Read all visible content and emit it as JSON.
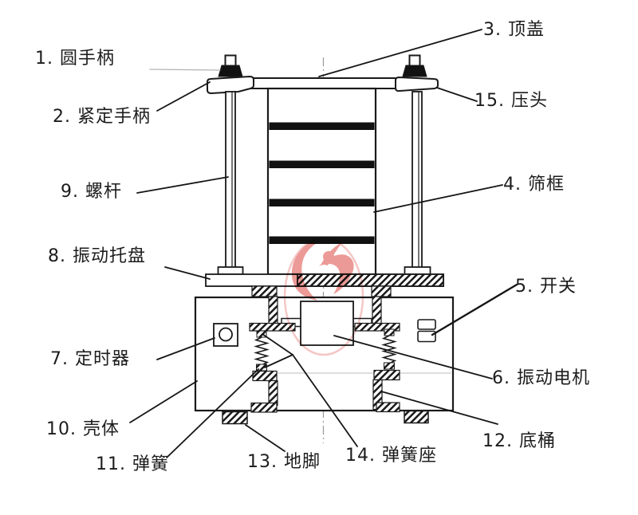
{
  "diagram": {
    "type": "technical-part-diagram",
    "subject": "vibrating test sieve machine cross-section",
    "colors": {
      "line": "#1a1a1a",
      "fill": "#ffffff",
      "watermark": "#e8817d",
      "watermark_ring": "#f2b9b7",
      "light_leader": "#b3b3b3",
      "centerline": "#9a9a9a"
    },
    "labels": [
      {
        "number": "1",
        "name": "圆手柄",
        "text": "1. 圆手柄"
      },
      {
        "number": "2",
        "name": "紧定手柄",
        "text": "2. 紧定手柄"
      },
      {
        "number": "3",
        "name": "顶盖",
        "text": "3. 顶盖"
      },
      {
        "number": "4",
        "name": "筛框",
        "text": "4. 筛框"
      },
      {
        "number": "5",
        "name": "开关",
        "text": "5. 开关"
      },
      {
        "number": "6",
        "name": "振动电机",
        "text": "6. 振动电机"
      },
      {
        "number": "7",
        "name": "定时器",
        "text": "7. 定时器"
      },
      {
        "number": "8",
        "name": "振动托盘",
        "text": "8. 振动托盘"
      },
      {
        "number": "9",
        "name": "螺杆",
        "text": "9. 螺杆"
      },
      {
        "number": "10",
        "name": "壳体",
        "text": "10. 壳体"
      },
      {
        "number": "11",
        "name": "弹簧",
        "text": "11. 弹簧"
      },
      {
        "number": "12",
        "name": "底桶",
        "text": "12. 底桶"
      },
      {
        "number": "13",
        "name": "地脚",
        "text": "13. 地脚"
      },
      {
        "number": "14",
        "name": "弹簧座",
        "text": "14. 弹簧座"
      },
      {
        "number": "15",
        "name": "压头",
        "text": "15. 压头"
      }
    ]
  }
}
